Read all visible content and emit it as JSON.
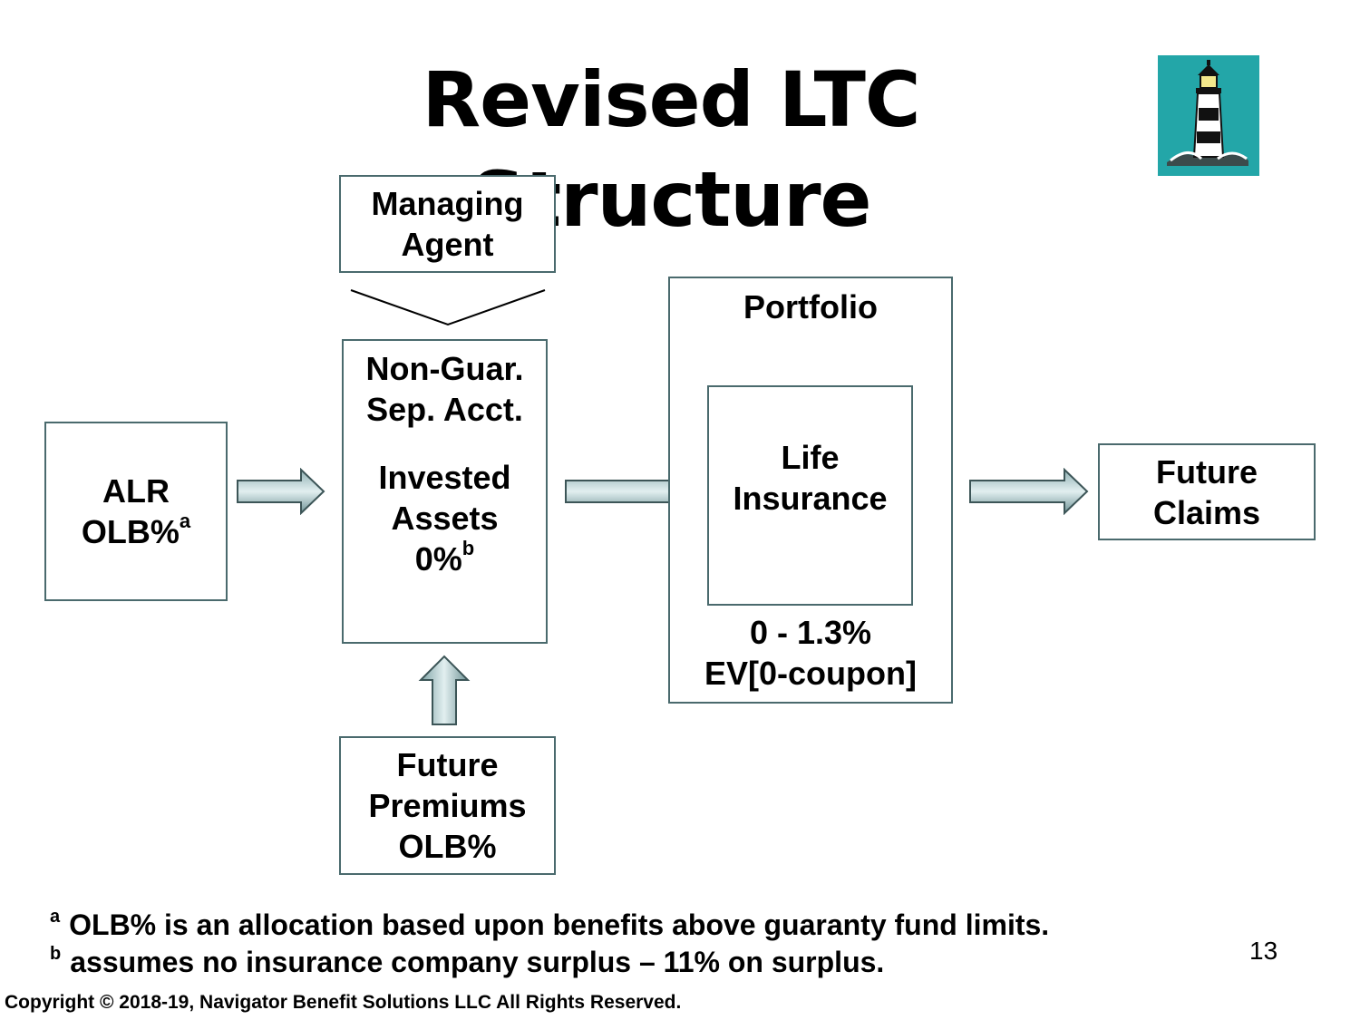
{
  "title": "Revised LTC Structure",
  "logo": {
    "icon": "lighthouse-icon",
    "background": "#23a6a8"
  },
  "boxes": {
    "managing_agent": [
      "Managing",
      "Agent"
    ],
    "alr": {
      "line1": "ALR",
      "line2": "OLB%",
      "sup": "a"
    },
    "sep_account": {
      "line1": "Non-Guar.",
      "line2": "Sep. Acct.",
      "line3": "Invested",
      "line4": "Assets",
      "line5": "0%",
      "sup": "b"
    },
    "portfolio": {
      "label": "Portfolio",
      "rate": "0 - 1.3%",
      "ev": "EV[0-coupon]"
    },
    "life_insurance": [
      "Life",
      "Insurance"
    ],
    "future_claims": [
      "Future",
      "Claims"
    ],
    "future_premiums": [
      "Future",
      "Premiums",
      "OLB%"
    ]
  },
  "footnotes": [
    {
      "marker": "a",
      "text": "OLB% is an allocation based upon benefits above guaranty fund limits."
    },
    {
      "marker": "b",
      "text": "assumes no insurance company surplus – 11% on surplus."
    }
  ],
  "slide_number": "13",
  "copyright": "Copyright © 2018-19,  Navigator Benefit Solutions LLC  All Rights Reserved.",
  "colors": {
    "border": "#4a6a6d",
    "arrow_light": "#d7e8e9",
    "arrow_dark": "#7fa3a6",
    "arrow_stroke": "#3c5557"
  }
}
